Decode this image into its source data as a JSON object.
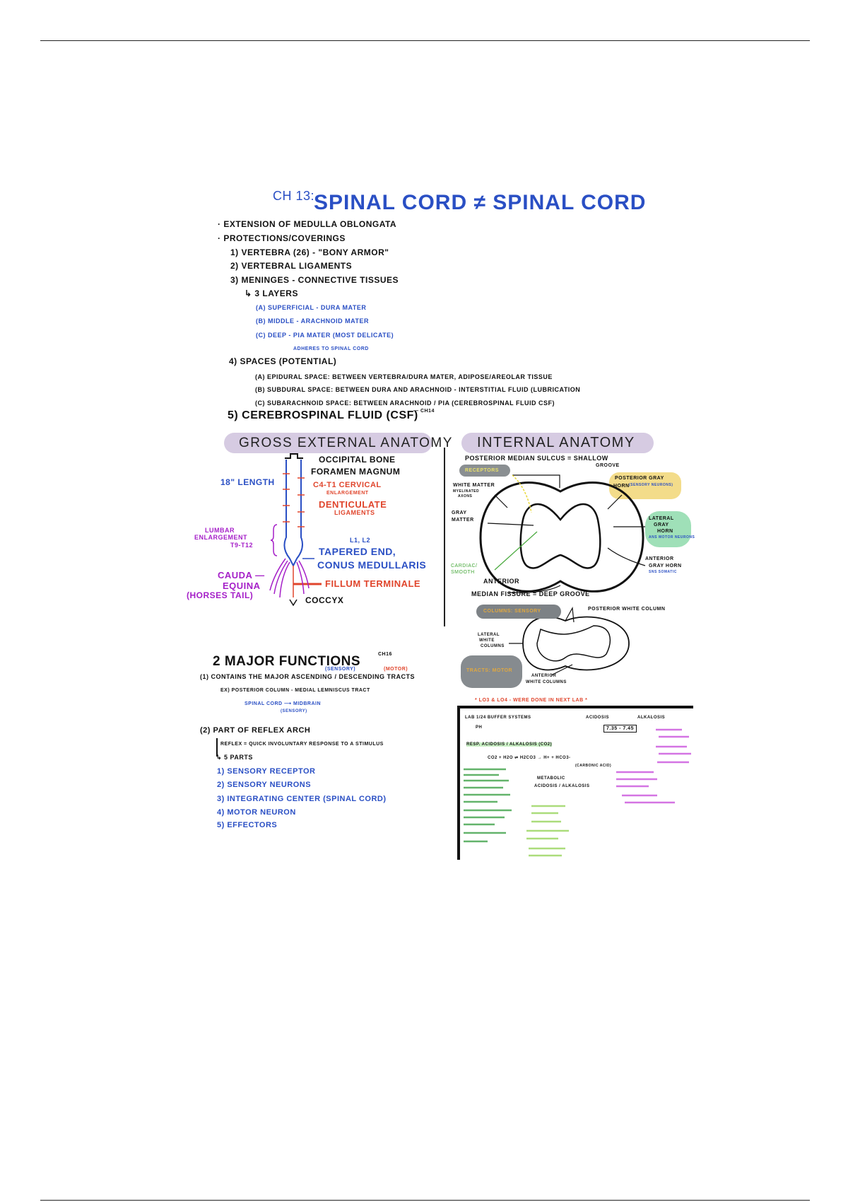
{
  "title": {
    "chapter": "CH 13:",
    "main": "Spinal Cord ≠ Spinal Cord"
  },
  "outline": {
    "bullets": [
      "· Extension of Medulla Oblongata",
      "· Protections/Coverings"
    ],
    "items": [
      "1) Vertebra (26) - \"Bony Armor\"",
      "2) Vertebral Ligaments",
      "3) Meninges - Connective Tissues"
    ],
    "layers_label": "↳ 3 Layers",
    "layers": [
      "(a) Superficial - Dura Mater",
      "(b) Middle - Arachnoid Mater",
      "(c) Deep - Pia Mater (most delicate)"
    ],
    "adheres": "adheres to spinal cord",
    "spaces_label": "4) Spaces (Potential)",
    "spaces": [
      "(a) Epidural space: between vertebra/dura mater, adipose/areolar tissue",
      "(b) Subdural space: between dura and arachnoid - interstitial fluid (lubrication",
      "(c) Subarachnoid space: between arachnoid / pia (cerebrospinal fluid CSF)"
    ],
    "csf": "5) Cerebrospinal Fluid (CSF)",
    "csf_note": "— ch14"
  },
  "gross": {
    "header": "Gross External Anatomy",
    "occipital": "Occipital Bone",
    "foramen": "Foramen Magnum",
    "length": "18\" length",
    "cervical": "C4-T1 Cervical",
    "cervical2": "enlargement",
    "denticulate": "Denticulate",
    "denticulate2": "Ligaments",
    "lumbar": [
      "Lumbar",
      "Enlargement",
      "T9-T12"
    ],
    "l1l2": "L1, L2",
    "tapered": "Tapered End,",
    "conus": "Conus Medullaris",
    "cauda": [
      "Cauda —",
      "Equina",
      "(Horses Tail)"
    ],
    "filum": "Fillum Terminale",
    "coccyx": "Coccyx"
  },
  "internal": {
    "header": "Internal Anatomy",
    "sulcus": "Posterior Median Sulcus = Shallow",
    "groove": "Groove",
    "receptors": "Receptors",
    "white_matter": [
      "White Matter",
      "myelinated",
      "axons"
    ],
    "gray_matter": [
      "Gray",
      "Matter"
    ],
    "posterior_horn": [
      "Posterior Gray",
      "Horn",
      "(sensory neurons)"
    ],
    "lateral_horn": [
      "Lateral",
      "Gray",
      "Horn",
      "ANS motor neurons"
    ],
    "anterior_horn": [
      "Anterior",
      "Gray Horn",
      "SNS somatic"
    ],
    "cardiac": [
      "Cardiac/",
      "smooth"
    ],
    "anterior": "Anterior",
    "fissure": "Median Fissure = Deep Groove",
    "posterior_white": "Posterior white column",
    "lateral_white": [
      "Lateral",
      "white",
      "columns"
    ],
    "anterior_white": [
      "Anterior",
      "white columns"
    ],
    "grey_pill": "Columns: sensory",
    "grey_blob": "tracts: motor"
  },
  "lab": {
    "note": "* LO3 & LO4 - Were done in next lab *",
    "acidosis": "Acidosis",
    "alkalosis": "Alkalosis",
    "ph_range": "7.35 - 7.45",
    "lines": [
      "Lab 1/24 Buffer systems",
      "pH",
      "Resp. Acidosis / Alkalosis (CO2)",
      "CO2 + H2O ⇌ H2CO3 → H+ + HCO3-",
      "(Carbonic acid)",
      "Metabolic",
      "Acidosis / Alkalosis"
    ]
  },
  "functions": {
    "title": "2 Major Functions",
    "ch_note": "ch16",
    "sensory_tag": "(sensory)",
    "motor_tag": "(motor)",
    "f1": "(1) Contains the major ascending / descending tracts",
    "ex": "ex) Posterior column - medial lemniscus tract",
    "path": "Spinal cord ⟶ Midbrain",
    "path_tag": "(sensory)",
    "f2": "(2) Part of Reflex Arch",
    "reflex": "Reflex = quick involuntary response to a stimulus",
    "parts_label": "↳ 5 Parts",
    "parts": [
      "1) Sensory Receptor",
      "2) Sensory Neurons",
      "3) Integrating Center (spinal cord)",
      "4) Motor Neuron",
      "5) Effectors"
    ]
  }
}
